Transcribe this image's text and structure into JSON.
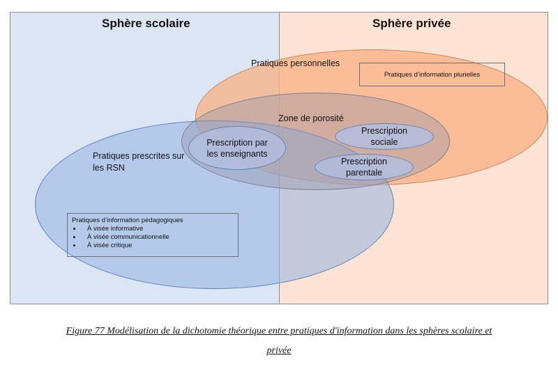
{
  "zones": {
    "left_title": "Sphère scolaire",
    "right_title": "Sphère privée"
  },
  "ellipses": {
    "private_label": "Pratiques personnelles",
    "school_label": "Pratiques prescrites sur les RSN",
    "porosity_label": "Zone de porosité",
    "teachers_label": "Prescription par les enseignants",
    "social_label": "Prescription sociale",
    "parental_label": "Prescription parentale"
  },
  "boxes": {
    "plural_label": "Pratiques d’information plurielles",
    "pedagogical_title": "Pratiques d’information pédagogiques",
    "pedagogical_items": [
      "À visée informative",
      "À visée communicationnelle",
      "À visée critique"
    ]
  },
  "caption": {
    "line1": "Figure 77 Modélisation de la dichotomie théorique entre pratiques d'information dans les sphères scolaire et",
    "line2": "privée"
  },
  "colors": {
    "school_sphere": "#dbe5f3",
    "private_sphere": "#fde3d3",
    "private_ellipse": "#f9b084",
    "school_ellipse": "#96b4e2"
  }
}
